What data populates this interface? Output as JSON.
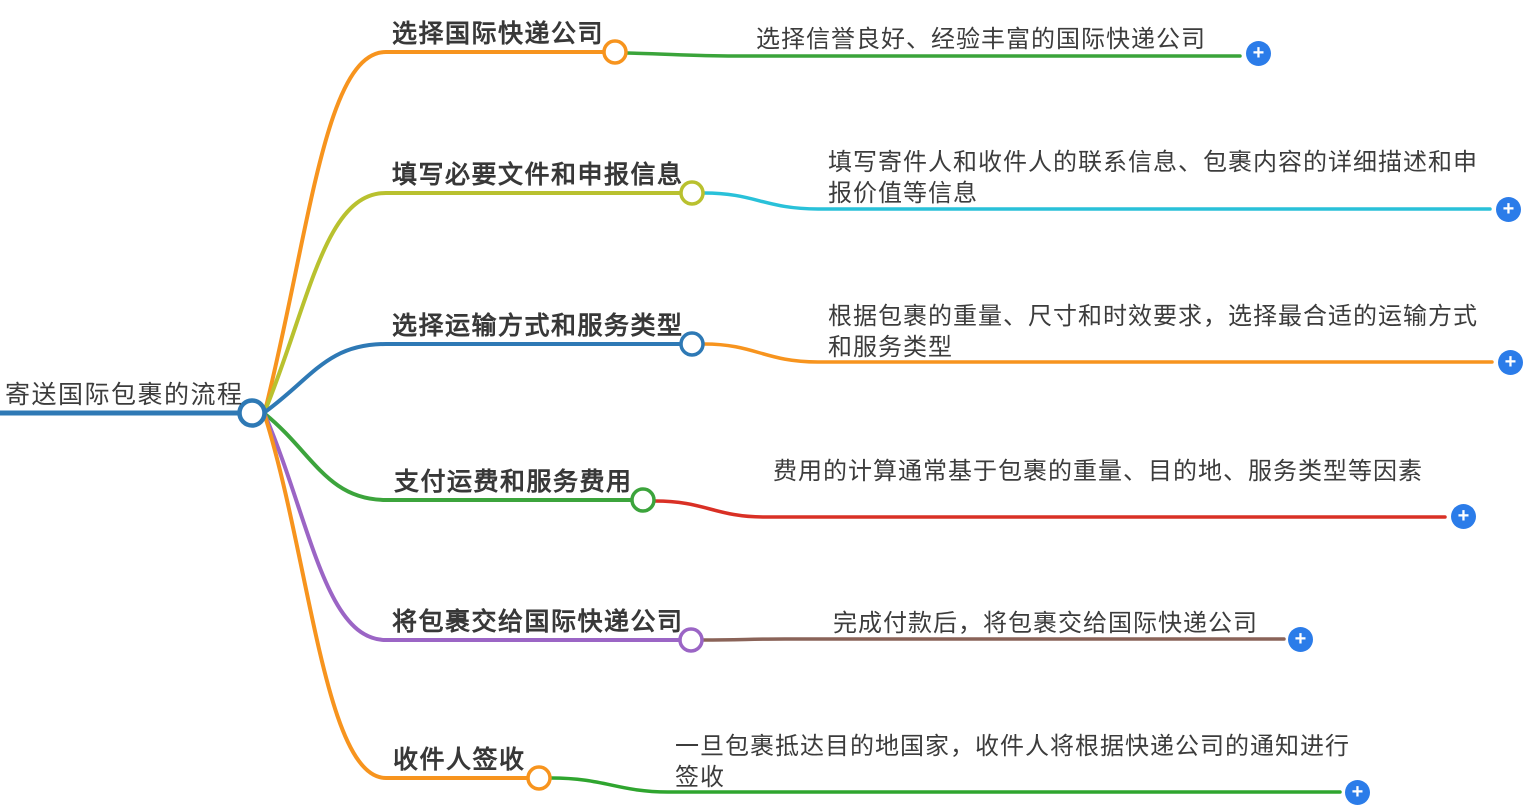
{
  "root": {
    "label": "寄送国际包裹的流程",
    "line_color": "#2e79b5"
  },
  "branches": [
    {
      "title": "选择国际快递公司",
      "description": "选择信誉良好、经验丰富的国际快递公司",
      "branch_color": "#f7941e",
      "leaf_color": "#3aa43a"
    },
    {
      "title": "填写必要文件和申报信息",
      "description": "填写寄件人和收件人的联系信息、包裹内容的详细描述和申报价值等信息",
      "branch_color": "#b9c12f",
      "leaf_color": "#29c1d9"
    },
    {
      "title": "选择运输方式和服务类型",
      "description": "根据包裹的重量、尺寸和时效要求，选择最合适的运输方式和服务类型",
      "branch_color": "#2e79b5",
      "leaf_color": "#f7941e"
    },
    {
      "title": "支付运费和服务费用",
      "description": "费用的计算通常基于包裹的重量、目的地、服务类型等因素",
      "branch_color": "#3ca43c",
      "leaf_color": "#d93025"
    },
    {
      "title": "将包裹交给国际快递公司",
      "description": "完成付款后，将包裹交给国际快递公司",
      "branch_color": "#9b65c5",
      "leaf_color": "#8a6358"
    },
    {
      "title": "收件人签收",
      "description": "一旦包裹抵达目的地国家，收件人将根据快递公司的通知进行签收",
      "branch_color": "#f7941e",
      "leaf_color": "#2fa52f"
    }
  ],
  "ui": {
    "plus_label": "+",
    "plus_button_color": "#2b7ce9",
    "text_color": "#3c3c3c"
  }
}
